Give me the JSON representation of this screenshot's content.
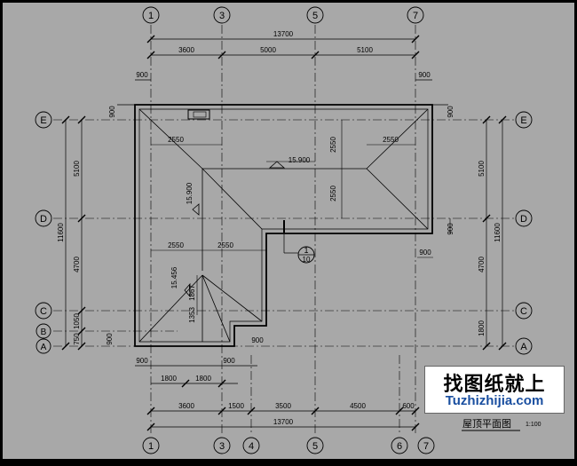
{
  "axes_top": [
    "1",
    "3",
    "5",
    "7"
  ],
  "axes_bottom": [
    "1",
    "3",
    "4",
    "5",
    "6",
    "7"
  ],
  "axes_left": [
    "E",
    "D",
    "C",
    "B",
    "A"
  ],
  "axes_right": [
    "E",
    "D",
    "C",
    "A"
  ],
  "dims_top": {
    "overall": "13700",
    "s1": "3600",
    "s2": "5000",
    "s3": "5100"
  },
  "dims_bottom": {
    "s1": "3600",
    "s2": "1500",
    "s3": "3500",
    "s4": "4500",
    "s5": "600",
    "overall": "13700"
  },
  "dims_bottom_inner": {
    "a": "1800",
    "b": "1800",
    "c": "900"
  },
  "dims_left": {
    "overall": "11600",
    "s1": "5100",
    "s2": "4700",
    "s3": "1050",
    "s4": "750"
  },
  "dims_right": {
    "overall": "11600",
    "s1": "5100",
    "s2": "4700",
    "s3": "1800"
  },
  "overhang_labels": {
    "tl_h": "900",
    "tl_v": "900",
    "tr_h": "900",
    "tr_v": "900",
    "rd_v": "900",
    "rd_h": "900",
    "bl_v": "900",
    "bl_h": "900",
    "step": "900"
  },
  "interior": {
    "d2550_a": "2550",
    "d2550_b": "2550",
    "d2550_c": "2550",
    "d2550_d": "2550",
    "d2550_e": "2550",
    "d2550_f": "2550",
    "elev_main": "15.900",
    "elev_left": "15.900",
    "elev_small": "15.456",
    "d1867": "1867",
    "d1353": "1353"
  },
  "section_mark": {
    "num": "1",
    "den": "10"
  },
  "title": "屋顶平面图",
  "scale": "1:100",
  "watermark": {
    "cn": "找图纸就上",
    "en": "Tuzhizhijia.com"
  }
}
